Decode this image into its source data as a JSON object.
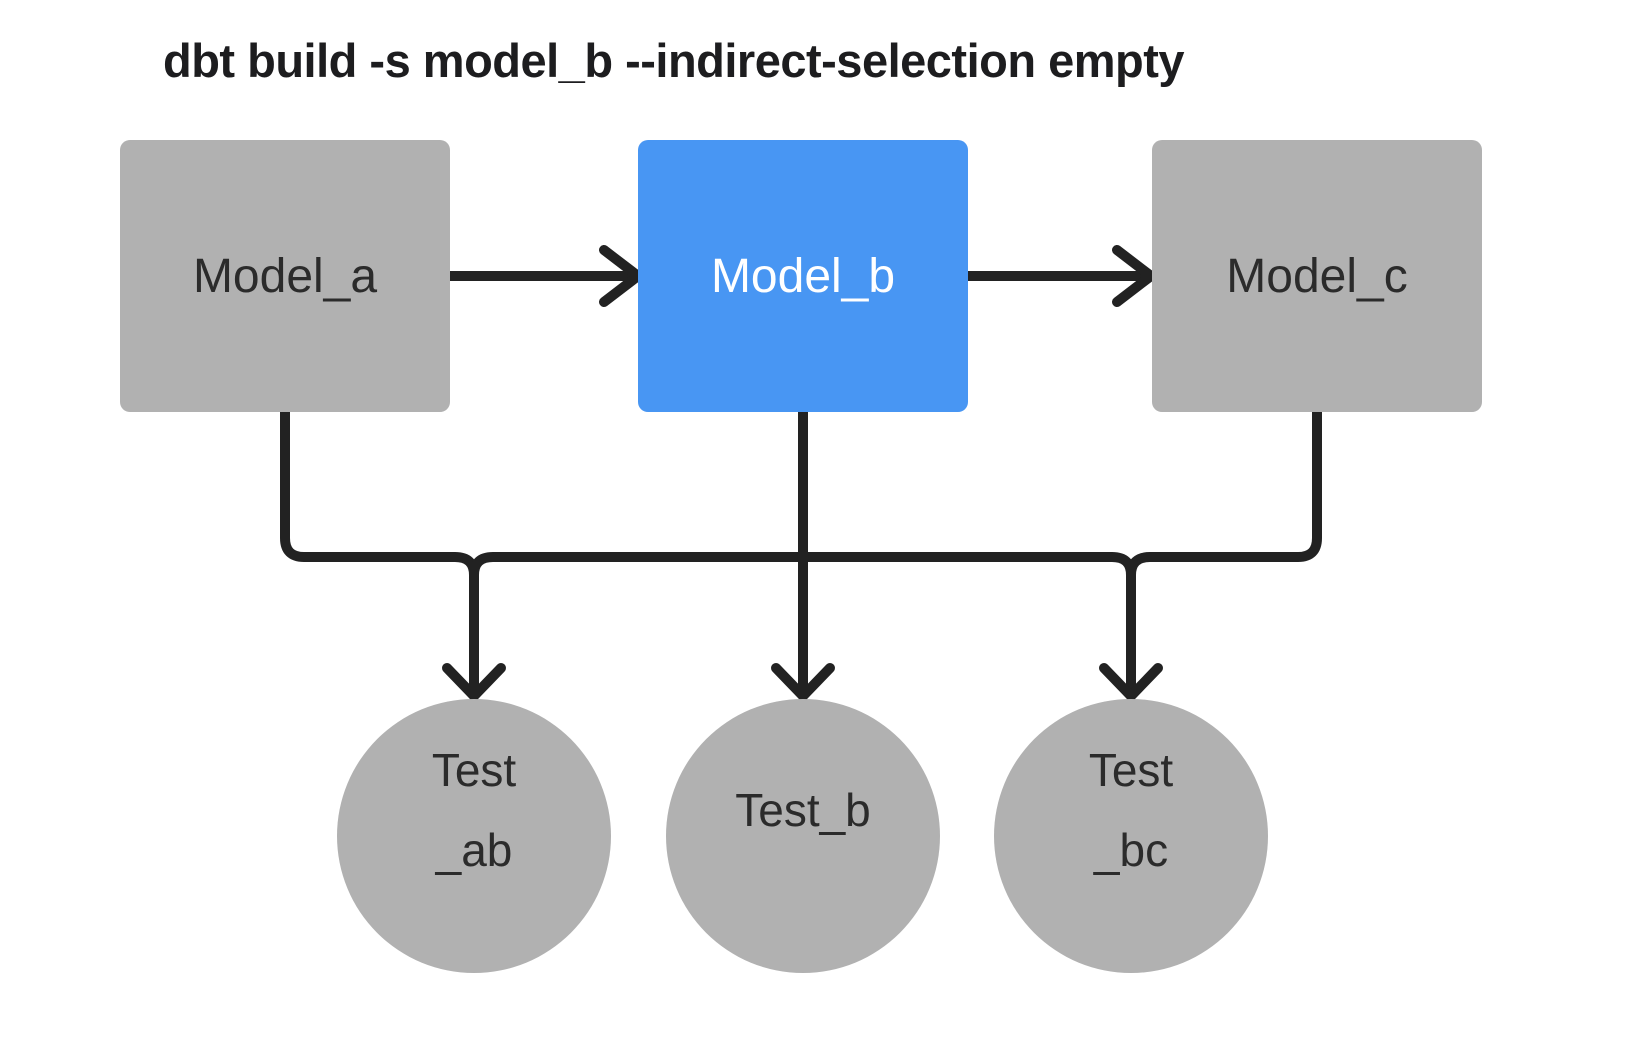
{
  "title": "dbt build -s model_b --indirect-selection empty",
  "colors": {
    "selected_node_fill": "#4896f3",
    "selected_node_text": "#ffffff",
    "unselected_node_fill": "#b1b1b1",
    "unselected_node_text": "#2b2b2b",
    "edge_stroke": "#222222",
    "title_text": "#1d1d1f",
    "background": "#ffffff"
  },
  "diagram": {
    "type": "dag",
    "command": "dbt build -s model_b --indirect-selection empty",
    "nodes": {
      "model_a": {
        "label": "Model_a",
        "shape": "rectangle",
        "selected": false
      },
      "model_b": {
        "label": "Model_b",
        "shape": "rectangle",
        "selected": true
      },
      "model_c": {
        "label": "Model_c",
        "shape": "rectangle",
        "selected": false
      },
      "test_ab": {
        "label": "Test_ab",
        "line1": "Test",
        "line2": "_ab",
        "shape": "circle",
        "selected": false
      },
      "test_b": {
        "label": "Test_b",
        "shape": "circle",
        "selected": false
      },
      "test_bc": {
        "label": "Test_bc",
        "line1": "Test",
        "line2": "_bc",
        "shape": "circle",
        "selected": false
      }
    },
    "edges": [
      {
        "from": "model_a",
        "to": "model_b"
      },
      {
        "from": "model_b",
        "to": "model_c"
      },
      {
        "from": "model_a",
        "to": "test_ab"
      },
      {
        "from": "model_b",
        "to": "test_ab"
      },
      {
        "from": "model_b",
        "to": "test_b"
      },
      {
        "from": "model_b",
        "to": "test_bc"
      },
      {
        "from": "model_c",
        "to": "test_bc"
      }
    ]
  }
}
